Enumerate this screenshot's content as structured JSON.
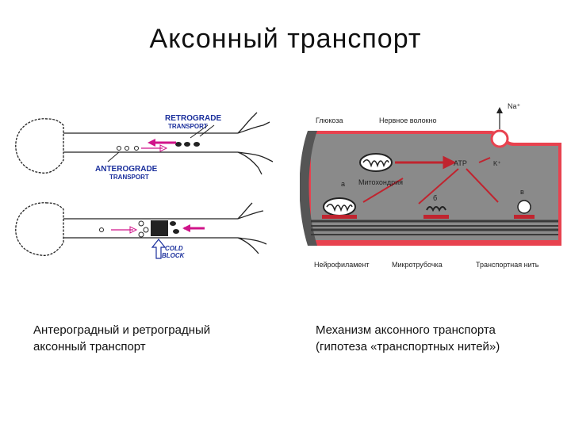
{
  "title": "Аксонный транспорт",
  "left_diagram": {
    "label_retrograde": "RETROGRADE",
    "label_retrograde_sub": "TRANSPORT",
    "label_anterograde": "ANTEROGRADE",
    "label_anterograde_sub": "TRANSPORT",
    "label_cold": "COLD",
    "label_block": "BLOCK"
  },
  "right_diagram": {
    "label_na": "Na⁺",
    "label_k": "K⁺",
    "label_glucose": "Глюкоза",
    "label_nerve_fiber": "Нервное волокно",
    "label_atp": "ATP",
    "label_mito": "Митохондрия",
    "label_a": "а",
    "label_b": "б",
    "label_v": "в",
    "label_neurofilament": "Нейрофиламент",
    "label_microtubule": "Микротрубочка",
    "label_transport_filament": "Транспортная нить",
    "colors": {
      "membrane": "#e8424f",
      "axoplasm": "#8a8a8a",
      "filament": "#3a3a3a"
    }
  },
  "captions": {
    "left_line1": "Антероградный и ретроградный",
    "left_line2": "аксонный транспорт",
    "right_line1": "Механизм аксонного транспорта",
    "right_line2": "(гипотеза «транспортных нитей»)"
  }
}
